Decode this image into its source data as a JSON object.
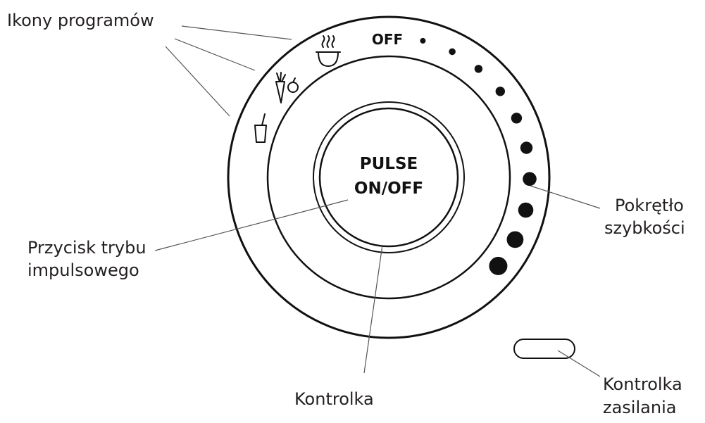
{
  "dial": {
    "off_label": "OFF",
    "button_line1": "PULSE",
    "button_line2": "ON/OFF",
    "speed_levels": 10
  },
  "program_icons": [
    "soup-bowl-icon",
    "vegetables-fruit-icon",
    "smoothie-cup-icon"
  ],
  "labels": {
    "program_icons": "Ikony programów",
    "pulse_button_line1": "Przycisk trybu",
    "pulse_button_line2": "impulsowego",
    "indicator": "Kontrolka",
    "speed_knob_line1": "Pokrętło",
    "speed_knob_line2": "szybkości",
    "power_indicator_line1": "Kontrolka",
    "power_indicator_line2": "zasilania"
  }
}
